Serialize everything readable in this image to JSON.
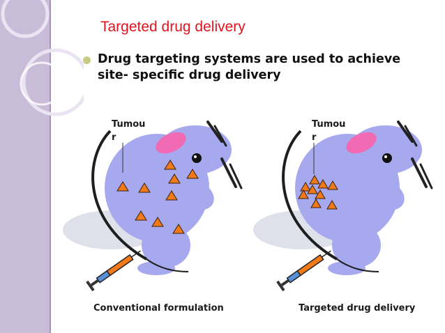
{
  "slide": {
    "title": "Targeted drug delivery",
    "bullet": "Drug targeting systems are used to achieve site- specific drug delivery"
  },
  "figures": [
    {
      "label_line1": "Tumou",
      "label_line2": "r",
      "caption": "Conventional formulation"
    },
    {
      "label_line1": "Tumou",
      "label_line2": "r",
      "caption": "Targeted drug delivery"
    }
  ],
  "colors": {
    "title": "#e0141e",
    "side_band": "#c9bcd9",
    "bullet_dot": "#c9cc80",
    "mouse_body": "#a7a9ef",
    "mouse_ear": "#f06ab4",
    "drug_marker_fill": "#f07a1a",
    "drug_marker_stroke": "#3a1e0a",
    "tail": "#1e1e1e"
  },
  "icons": {
    "bullet": "round-bullet-icon",
    "drug_marker": "triangle-icon",
    "syringe": "syringe-icon"
  }
}
